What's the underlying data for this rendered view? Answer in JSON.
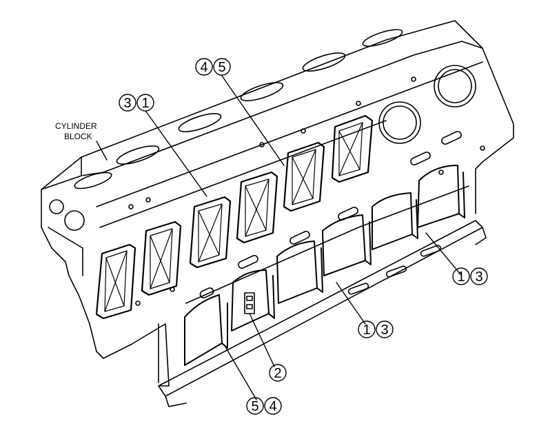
{
  "diagram": {
    "label": {
      "line1": "CYLINDER",
      "line2": "BLOCK"
    },
    "callouts": [
      {
        "id": "c31",
        "numbers": [
          "3",
          "1"
        ]
      },
      {
        "id": "c45",
        "numbers": [
          "4",
          "5"
        ]
      },
      {
        "id": "c13a",
        "numbers": [
          "1",
          "3"
        ]
      },
      {
        "id": "c13b",
        "numbers": [
          "1",
          "3"
        ]
      },
      {
        "id": "c2",
        "numbers": [
          "2"
        ]
      },
      {
        "id": "c54",
        "numbers": [
          "5",
          "4"
        ]
      }
    ]
  }
}
